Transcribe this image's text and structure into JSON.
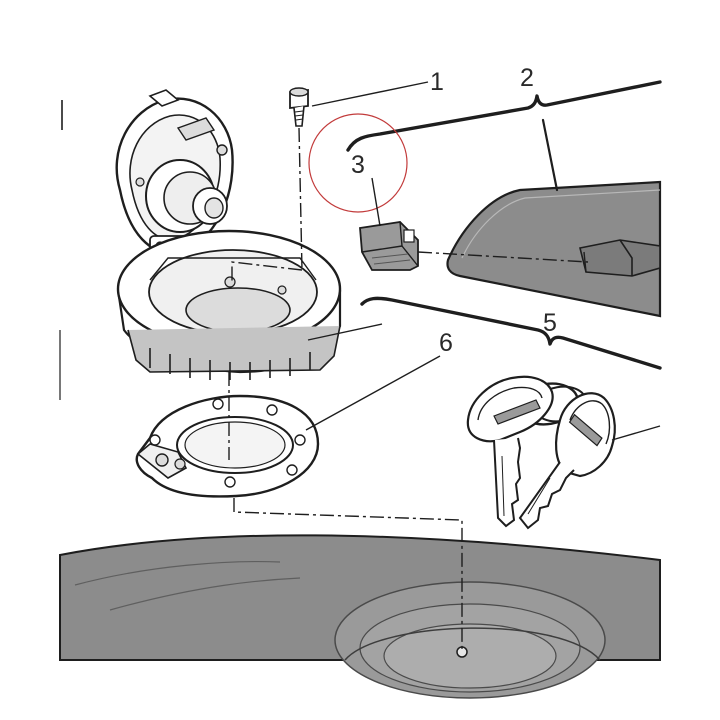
{
  "callouts": [
    {
      "id": "1",
      "label": "1"
    },
    {
      "id": "2",
      "label": "2"
    },
    {
      "id": "3",
      "label": "3"
    },
    {
      "id": "5",
      "label": "5"
    },
    {
      "id": "6",
      "label": "6"
    }
  ],
  "colors": {
    "tank": "#8c8c8c",
    "tank_light": "#a6a6a6",
    "line": "#1e1e1e",
    "highlight_circle": "#c23b3b"
  }
}
